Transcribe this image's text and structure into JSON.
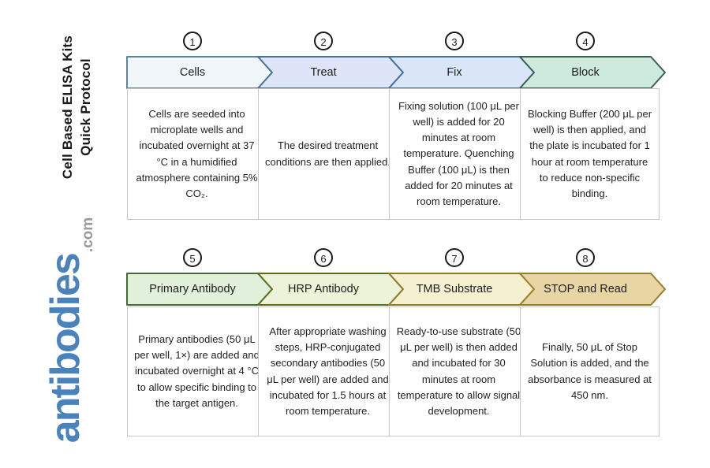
{
  "title": {
    "line1": "Cell Based ELISA Kits",
    "line2": "Quick Protocol"
  },
  "logo": {
    "name": "antibodies",
    "suffix": ".com",
    "name_color": "#4a82bc",
    "suffix_color": "#9a9a9a"
  },
  "rows": [
    {
      "steps": [
        {
          "number": "1",
          "label": "Cells",
          "description": "Cells are seeded into microplate wells and incubated overnight at 37 °C in a humidified atmosphere containing 5% CO₂.",
          "fill": "#f1f6fb",
          "stroke": "#5b82a8"
        },
        {
          "number": "2",
          "label": "Treat",
          "description": "The desired treatment conditions are then applied.",
          "fill": "#dee5f8",
          "stroke": "#44719e"
        },
        {
          "number": "3",
          "label": "Fix",
          "description": "Fixing solution (100 μL per well) is added for 20 minutes at room temperature. Quenching Buffer (100 μL) is then added for 20 minutes at room temperature.",
          "fill": "#d8e6f7",
          "stroke": "#44719e"
        },
        {
          "number": "4",
          "label": "Block",
          "description": "Blocking Buffer (200 μL per well) is then applied, and the plate is incubated for 1 hour at room temperature to reduce non-specific binding.",
          "fill": "#cdeadd",
          "stroke": "#3c5f53"
        }
      ]
    },
    {
      "steps": [
        {
          "number": "5",
          "label": "Primary Antibody",
          "description": "Primary antibodies (50 μL per well, 1×) are added and incubated overnight at 4 °C to allow specific binding to the target antigen.",
          "fill": "#e0f0da",
          "stroke": "#3f6d33"
        },
        {
          "number": "6",
          "label": "HRP Antibody",
          "description": "After appropriate washing steps, HRP-conjugated secondary antibodies (50 μL per well) are added and incubated for 1.5 hours at room temperature.",
          "fill": "#edf3d9",
          "stroke": "#5c6b1e"
        },
        {
          "number": "7",
          "label": "TMB Substrate",
          "description": "Ready-to-use substrate (50 μL per well) is then added and incubated for 30 minutes at room temperature to allow signal development.",
          "fill": "#f5f0d0",
          "stroke": "#8d7b26"
        },
        {
          "number": "8",
          "label": "STOP and Read",
          "description": "Finally, 50 μL of Stop Solution is added, and the absorbance is measured at 450 nm.",
          "fill": "#e7d6a3",
          "stroke": "#9a7d2a"
        }
      ]
    }
  ]
}
